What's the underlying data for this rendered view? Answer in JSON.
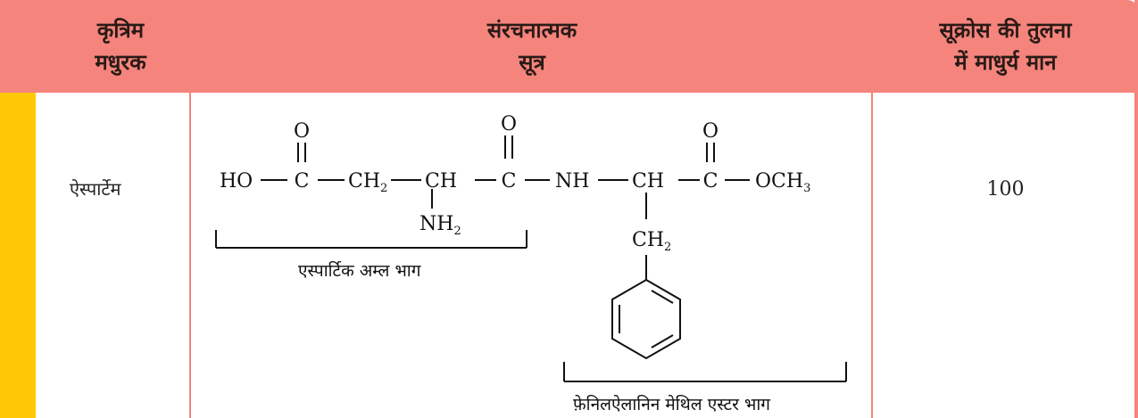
{
  "headers": {
    "col1_line1": "कृत्रिम",
    "col1_line2": "मधुरक",
    "col2_line1": "संरचनात्मक",
    "col2_line2": "सूत्र",
    "col3_line1": "सूक्रोस की तुलना",
    "col3_line2": "में माधुर्य मान"
  },
  "row": {
    "name": "ऐस्पार्टेम",
    "sweetness": "100"
  },
  "structure": {
    "o1": "O",
    "o2": "O",
    "o3": "O",
    "ho": "HO",
    "c1": "C",
    "ch2a": "CH",
    "ch2a_sub": "2",
    "ch1": "CH",
    "c2": "C",
    "nh": "NH",
    "ch2": "CH",
    "c3": "C",
    "och3": "OCH",
    "och3_sub": "3",
    "nh2": "NH",
    "nh2_sub": "2",
    "ch2b": "CH",
    "ch2b_sub": "2",
    "aspartic_label": "एस्पार्टिक अम्ल भाग",
    "phenyl_label": "फ़ेनिलऐलानिन मेथिल एस्टर भाग"
  },
  "colors": {
    "header": "#f4847c",
    "accent": "#ffc805"
  }
}
